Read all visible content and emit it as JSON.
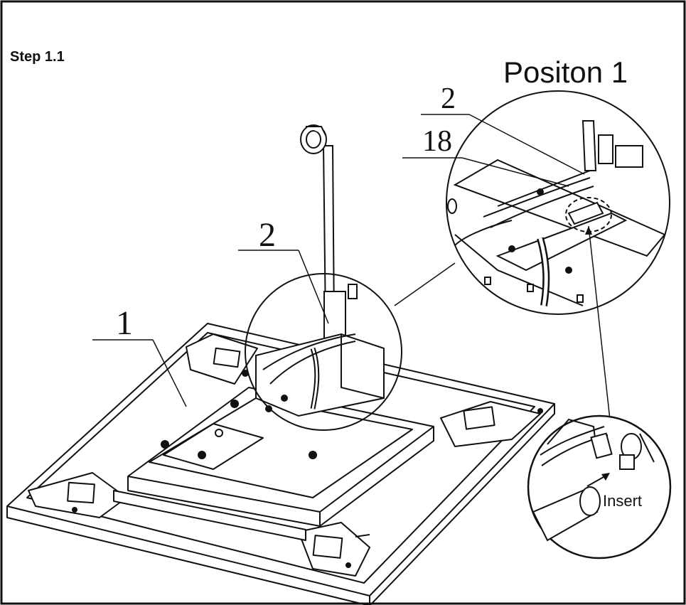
{
  "step_label": "Step 1.1",
  "position_title": "Positon 1",
  "callouts": {
    "main_part_1": "1",
    "main_part_2": "2",
    "detail_part_2": "2",
    "detail_part_18": "18"
  },
  "insert_label": "Insert",
  "colors": {
    "line": "#111111",
    "frame": "#111111",
    "fill_light": "#ffffff",
    "shade": "#e6e6e6"
  }
}
